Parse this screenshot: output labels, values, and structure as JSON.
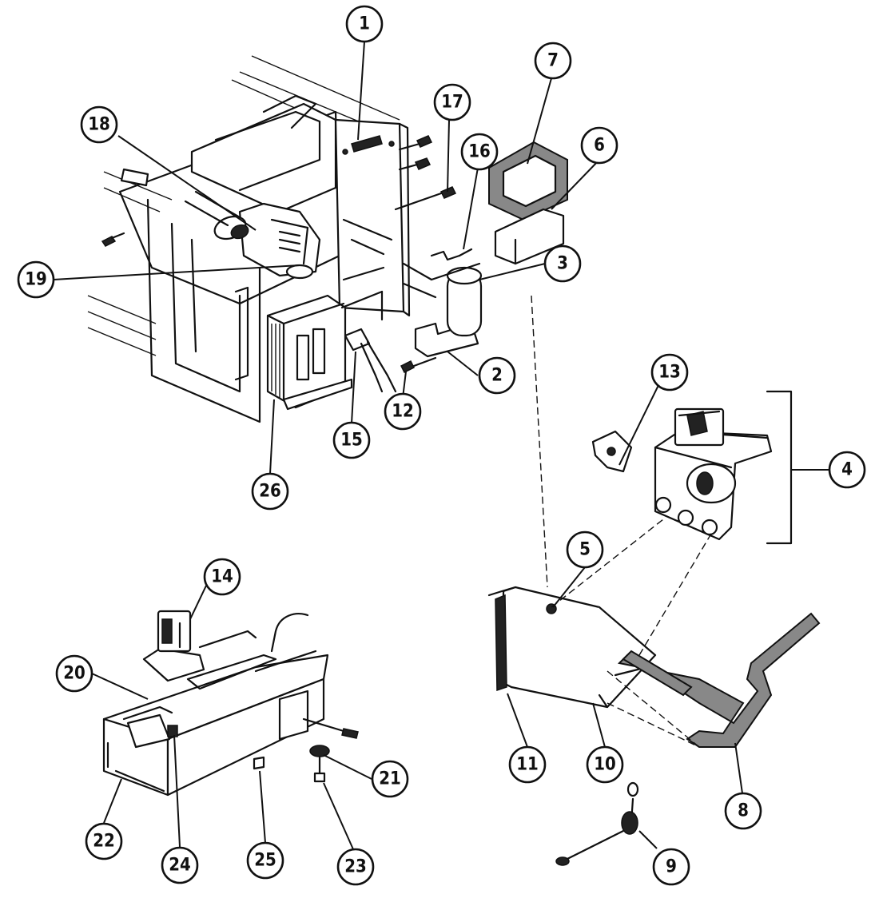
{
  "callouts": [
    {
      "id": "callout-1",
      "label": "1"
    },
    {
      "id": "callout-2",
      "label": "2"
    },
    {
      "id": "callout-3",
      "label": "3"
    },
    {
      "id": "callout-4",
      "label": "4"
    },
    {
      "id": "callout-5",
      "label": "5"
    },
    {
      "id": "callout-6",
      "label": "6"
    },
    {
      "id": "callout-7",
      "label": "7"
    },
    {
      "id": "callout-8",
      "label": "8"
    },
    {
      "id": "callout-9",
      "label": "9"
    },
    {
      "id": "callout-10",
      "label": "10"
    },
    {
      "id": "callout-11",
      "label": "11"
    },
    {
      "id": "callout-12",
      "label": "12"
    },
    {
      "id": "callout-13",
      "label": "13"
    },
    {
      "id": "callout-14",
      "label": "14"
    },
    {
      "id": "callout-15",
      "label": "15"
    },
    {
      "id": "callout-16",
      "label": "16"
    },
    {
      "id": "callout-17",
      "label": "17"
    },
    {
      "id": "callout-18",
      "label": "18"
    },
    {
      "id": "callout-19",
      "label": "19"
    },
    {
      "id": "callout-20",
      "label": "20"
    },
    {
      "id": "callout-21",
      "label": "21"
    },
    {
      "id": "callout-22",
      "label": "22"
    },
    {
      "id": "callout-23",
      "label": "23"
    },
    {
      "id": "callout-24",
      "label": "24"
    },
    {
      "id": "callout-25",
      "label": "25"
    },
    {
      "id": "callout-26",
      "label": "26"
    }
  ]
}
